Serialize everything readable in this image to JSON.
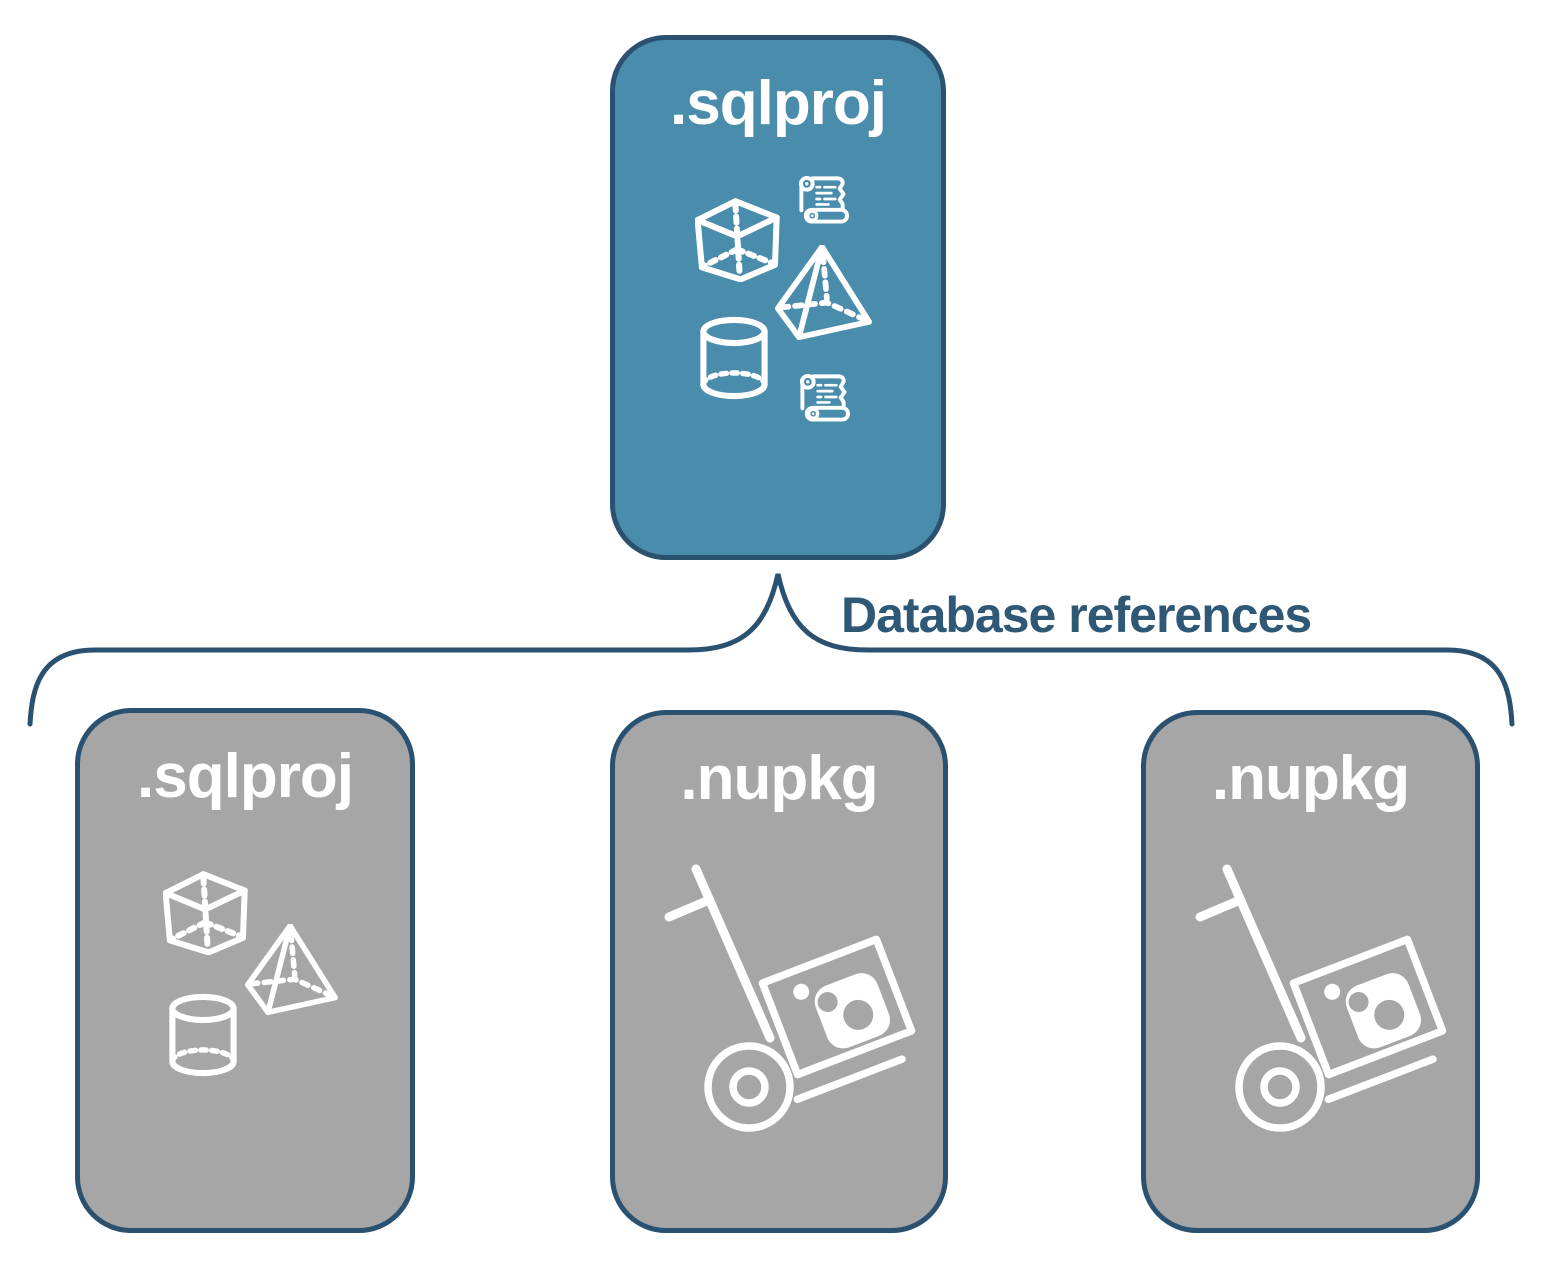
{
  "connector": {
    "label": "Database references"
  },
  "root_node": {
    "label": ".sqlproj",
    "icons": [
      "script-scroll",
      "cube",
      "pyramid",
      "cylinder",
      "script-scroll"
    ]
  },
  "child_nodes": [
    {
      "label": ".sqlproj",
      "icons": [
        "cube",
        "pyramid",
        "cylinder"
      ]
    },
    {
      "label": ".nupkg",
      "icons": [
        "hand-truck-with-package"
      ]
    },
    {
      "label": ".nupkg",
      "icons": [
        "hand-truck-with-package"
      ]
    }
  ],
  "colors": {
    "accent_teal": "#4A8CAC",
    "node_gray": "#A6A6A6",
    "border_navy": "#2B5170",
    "connector_navy": "#2E5876",
    "label_white": "#FFFFFF",
    "background": "#FFFFFF"
  }
}
